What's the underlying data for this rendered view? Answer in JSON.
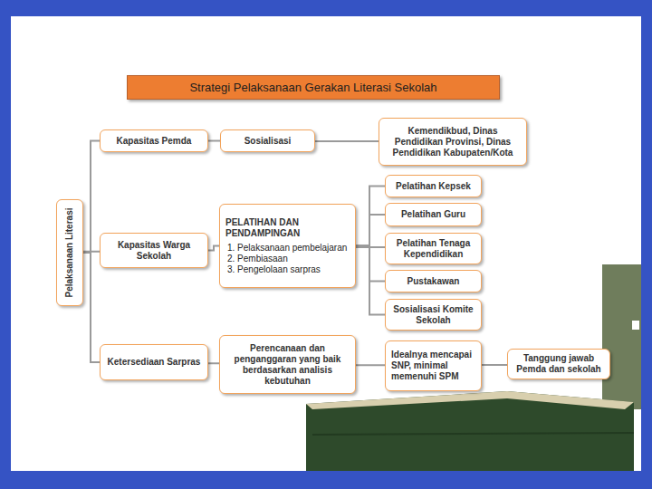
{
  "diagram": {
    "title": "Strategi Pelaksanaan Gerakan Literasi Sekolah",
    "nodes": [
      {
        "text": [
          "Pelaksanaan Literasi"
        ]
      },
      {
        "text": [
          "Kapasitas Pemda"
        ]
      },
      {
        "text": [
          "Sosialisasi"
        ]
      },
      {
        "text": [
          "Kemendikbud, Dinas Pendidikan Provinsi, Dinas Pendidikan Kabupaten/Kota"
        ]
      },
      {
        "text": [
          "Kapasitas Warga Sekolah"
        ]
      },
      {
        "text": [
          "PELATIHAN DAN PENDAMPINGAN",
          "1. Pelaksanaan pembelajaran",
          "2. Pembiasaan",
          "3. Pengelolaan sarpras"
        ]
      },
      {
        "text": [
          "Pelatihan Kepsek"
        ]
      },
      {
        "text": [
          "Pelatihan Guru"
        ]
      },
      {
        "text": [
          "Pelatihan Tenaga Kependidikan"
        ]
      },
      {
        "text": [
          "Pustakawan"
        ]
      },
      {
        "text": [
          "Sosialisasi Komite Sekolah"
        ]
      },
      {
        "text": [
          "Ketersediaan Sarpras"
        ]
      },
      {
        "text": [
          "Perencanaan dan penganggaran yang baik berdasarkan analisis kebutuhan"
        ]
      },
      {
        "text": [
          "Idealnya mencapai SNP, minimal memenuhi SPM"
        ]
      },
      {
        "text": [
          "Tanggung jawab Pemda dan sekolah"
        ]
      }
    ],
    "edges": [
      {
        "from": 0,
        "to": 1,
        "arrow": "none"
      },
      {
        "from": 0,
        "to": 4,
        "arrow": "none"
      },
      {
        "from": 0,
        "to": 11,
        "arrow": "none"
      },
      {
        "from": 1,
        "to": 2,
        "arrow": "none"
      },
      {
        "from": 2,
        "to": 3,
        "arrow": "none"
      },
      {
        "from": 4,
        "to": 5,
        "arrow": "none"
      },
      {
        "from": 5,
        "to": 6,
        "arrow": "none"
      },
      {
        "from": 5,
        "to": 7,
        "arrow": "none"
      },
      {
        "from": 5,
        "to": 8,
        "arrow": "none"
      },
      {
        "from": 5,
        "to": 9,
        "arrow": "none"
      },
      {
        "from": 5,
        "to": 10,
        "arrow": "none"
      },
      {
        "from": 11,
        "to": 12,
        "arrow": "none"
      },
      {
        "from": 12,
        "to": 13,
        "arrow": "none"
      },
      {
        "from": 13,
        "to": 14,
        "arrow": "none"
      }
    ]
  }
}
